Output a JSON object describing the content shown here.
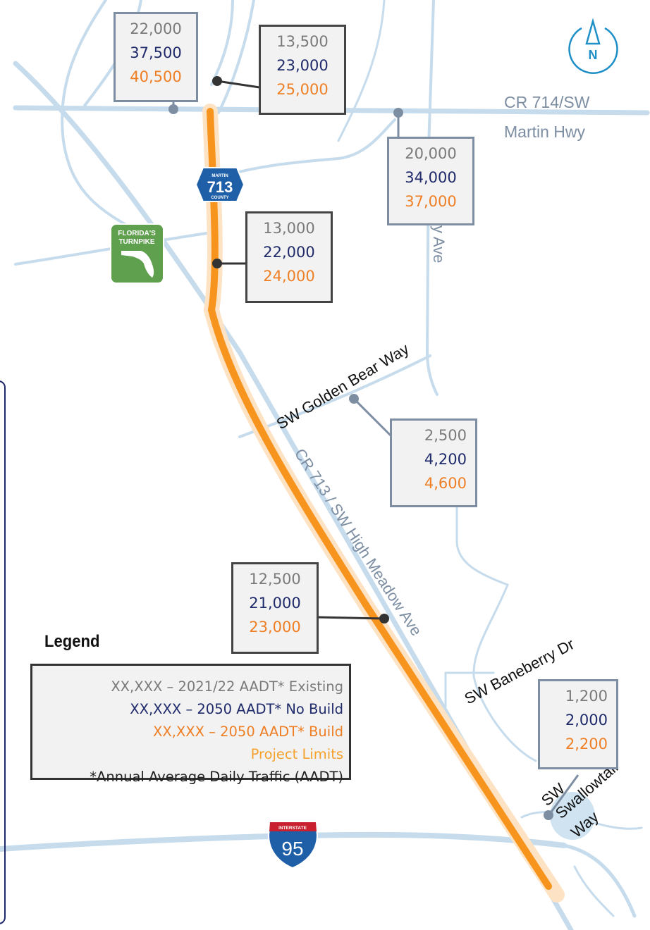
{
  "roads": {
    "cr714_line1": "CR 714/SW",
    "cr714_line2": "Martin Hwy",
    "golden_bear": "SW Golden Bear Way",
    "cr713": "CR 713 / SW High Meadow Ave",
    "baneberry": "SW Baneberry Dr",
    "swallowtail_l1": "SW",
    "swallowtail_l2": "Swallowtail",
    "swallowtail_l3": "Way",
    "partial_ave": "y Ave"
  },
  "shields": {
    "county_top": "MARTIN",
    "county_num": "713",
    "county_bottom": "COUNTY",
    "turnpike_l1": "FLORIDA'S",
    "turnpike_l2": "TURNPIKE",
    "interstate_label": "INTERSTATE",
    "interstate_num": "95"
  },
  "north_label": "N",
  "callouts": [
    {
      "existing": "22,000",
      "no_build": "37,500",
      "build": "40,500"
    },
    {
      "existing": "13,500",
      "no_build": "23,000",
      "build": "25,000"
    },
    {
      "existing": "20,000",
      "no_build": "34,000",
      "build": "37,000"
    },
    {
      "existing": "13,000",
      "no_build": "22,000",
      "build": "24,000"
    },
    {
      "existing": "2,500",
      "no_build": "4,200",
      "build": "4,600"
    },
    {
      "existing": "12,500",
      "no_build": "21,000",
      "build": "23,000"
    },
    {
      "existing": "1,200",
      "no_build": "2,000",
      "build": "2,200"
    }
  ],
  "legend": {
    "title": "Legend",
    "existing": "XX,XXX – 2021/22 AADT* Existing",
    "no_build": "XX,XXX – 2050 AADT* No Build",
    "build": "XX,XXX – 2050 AADT* Build",
    "project_limits": "Project Limits",
    "footnote": "*Annual Average Daily Traffic (AADT)"
  },
  "colors": {
    "road": "#c6dcec",
    "project_line": "#f7941d",
    "project_buffer": "#fde3c4",
    "existing": "#7a7a7a",
    "no_build": "#1f2a6b",
    "build": "#ee7f25",
    "shield_blue": "#1f5fa8",
    "turnpike_green": "#5fa04e"
  }
}
